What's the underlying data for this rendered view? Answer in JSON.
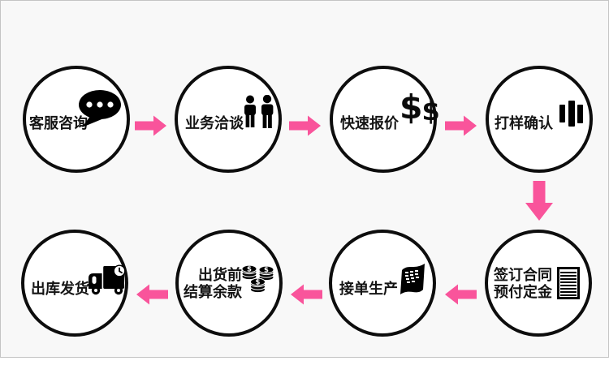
{
  "palette": {
    "accent": "#f9549b",
    "board_background": "#f8f8f8",
    "circle_fill": "#ffffff",
    "outline": "#0d0d0d",
    "frame_border": "#c4c4c4",
    "text": "#141414"
  },
  "steps": [
    {
      "label_lines": [
        "客服咨询"
      ],
      "icon": "chat-bubble-icon"
    },
    {
      "label_lines": [
        "业务洽谈"
      ],
      "icon": "two-people-icon"
    },
    {
      "label_lines": [
        "快速报价"
      ],
      "icon": "dollar-signs-icon",
      "dollar_large": "$",
      "dollar_small": "$"
    },
    {
      "label_lines": [
        "打样确认"
      ],
      "icon": "bar-chart-icon"
    },
    {
      "label_lines": [
        "签订合同",
        "预付定金"
      ],
      "icon": "lined-document-icon"
    },
    {
      "label_lines": [
        "接单生产"
      ],
      "icon": "receipt-icon"
    },
    {
      "label_lines": [
        "出货前",
        "结算余款"
      ],
      "icon": "coin-stacks-icon",
      "coin_symbol": "$"
    },
    {
      "label_lines": [
        "出库发货"
      ],
      "icon": "delivery-truck-icon"
    }
  ]
}
